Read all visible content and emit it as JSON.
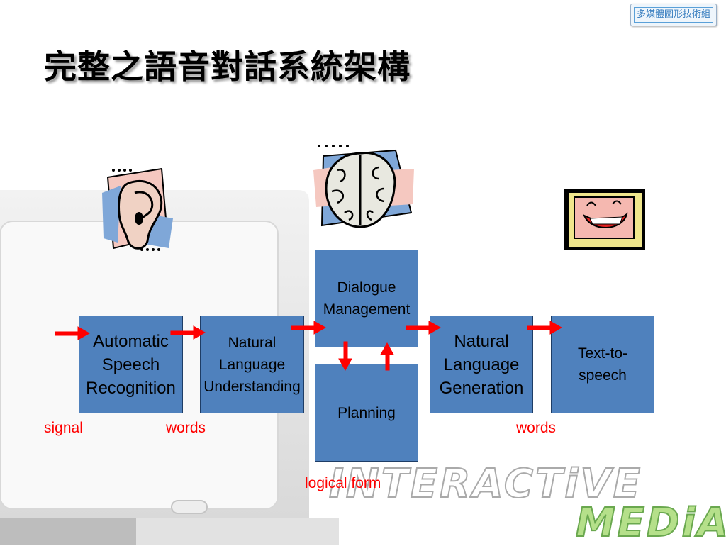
{
  "badge": "多媒體圖形技術組",
  "title": "完整之語音對話系統架構",
  "boxes": {
    "asr": "Automatic\nSpeech\nRecognition",
    "nlu": "Natural\nLanguage\nUnderstanding",
    "dm": "Dialogue\nManagement",
    "planning": "Planning",
    "nlg": "Natural\nLanguage\nGeneration",
    "tts": "Text-to-\nspeech"
  },
  "labels": {
    "signal": "signal",
    "words_in": "words",
    "words_out": "words",
    "logical_form": "logical form"
  },
  "watermark": {
    "line1": "INTERACTiVE",
    "line2": "MEDiA"
  },
  "colors": {
    "box_fill": "#4f81bd",
    "arrow": "#ff0000",
    "label": "#ff0000",
    "watermark_green": "#b5e08a"
  },
  "icons": [
    "ear-icon",
    "brain-icon",
    "mouth-icon"
  ]
}
